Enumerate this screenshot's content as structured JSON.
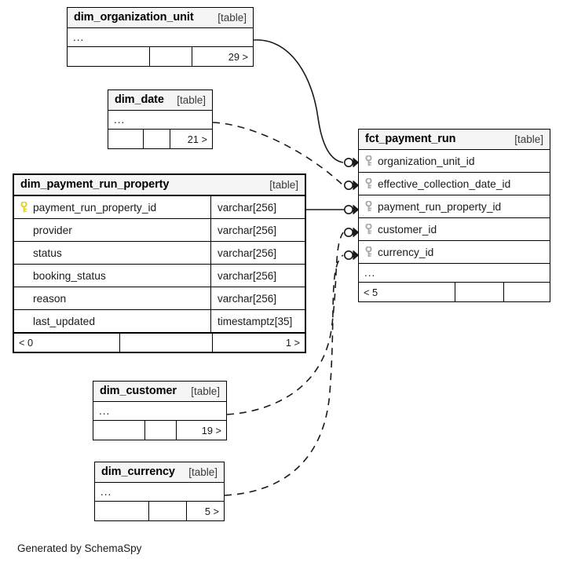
{
  "diagram": {
    "footer_note": "Generated by SchemaSpy",
    "table_tag": "[table]",
    "ellipsis": "...",
    "pk_color": "#e3d117",
    "fk_color": "#a8a8a8",
    "edge_color": "#1a1a1a"
  },
  "tables": {
    "dim_organization_unit": {
      "name": "dim_organization_unit",
      "tag": "[table]",
      "ellipsis": "...",
      "footer": {
        "left": "",
        "mid": "",
        "right": "29 >"
      }
    },
    "dim_date": {
      "name": "dim_date",
      "tag": "[table]",
      "ellipsis": "...",
      "footer": {
        "left": "",
        "mid": "",
        "right": "21 >"
      }
    },
    "dim_payment_run_property": {
      "name": "dim_payment_run_property",
      "tag": "[table]",
      "columns": [
        {
          "key": "pk",
          "label": "payment_run_property_id",
          "type": "varchar[256]"
        },
        {
          "key": "none",
          "label": "provider",
          "type": "varchar[256]"
        },
        {
          "key": "none",
          "label": "status",
          "type": "varchar[256]"
        },
        {
          "key": "none",
          "label": "booking_status",
          "type": "varchar[256]"
        },
        {
          "key": "none",
          "label": "reason",
          "type": "varchar[256]"
        },
        {
          "key": "none",
          "label": "last_updated",
          "type": "timestamptz[35]"
        }
      ],
      "footer": {
        "left": "< 0",
        "mid": "",
        "right": "1 >"
      }
    },
    "fct_payment_run": {
      "name": "fct_payment_run",
      "tag": "[table]",
      "ellipsis": "...",
      "columns": [
        {
          "key": "fk",
          "label": "organization_unit_id"
        },
        {
          "key": "fk",
          "label": "effective_collection_date_id"
        },
        {
          "key": "fk",
          "label": "payment_run_property_id"
        },
        {
          "key": "fk",
          "label": "customer_id"
        },
        {
          "key": "fk",
          "label": "currency_id"
        }
      ],
      "footer": {
        "left": "< 5",
        "mid": "",
        "right": ""
      }
    },
    "dim_customer": {
      "name": "dim_customer",
      "tag": "[table]",
      "ellipsis": "...",
      "footer": {
        "left": "",
        "mid": "",
        "right": "19 >"
      }
    },
    "dim_currency": {
      "name": "dim_currency",
      "tag": "[table]",
      "ellipsis": "...",
      "footer": {
        "left": "",
        "mid": "",
        "right": "5 >"
      }
    }
  },
  "relationships": [
    {
      "from": "dim_organization_unit",
      "to": "fct_payment_run.organization_unit_id",
      "style": "solid"
    },
    {
      "from": "dim_date",
      "to": "fct_payment_run.effective_collection_date_id",
      "style": "dashed"
    },
    {
      "from": "dim_payment_run_property",
      "to": "fct_payment_run.payment_run_property_id",
      "style": "solid"
    },
    {
      "from": "dim_customer",
      "to": "fct_payment_run.customer_id",
      "style": "dashed"
    },
    {
      "from": "dim_currency",
      "to": "fct_payment_run.currency_id",
      "style": "dashed"
    }
  ]
}
